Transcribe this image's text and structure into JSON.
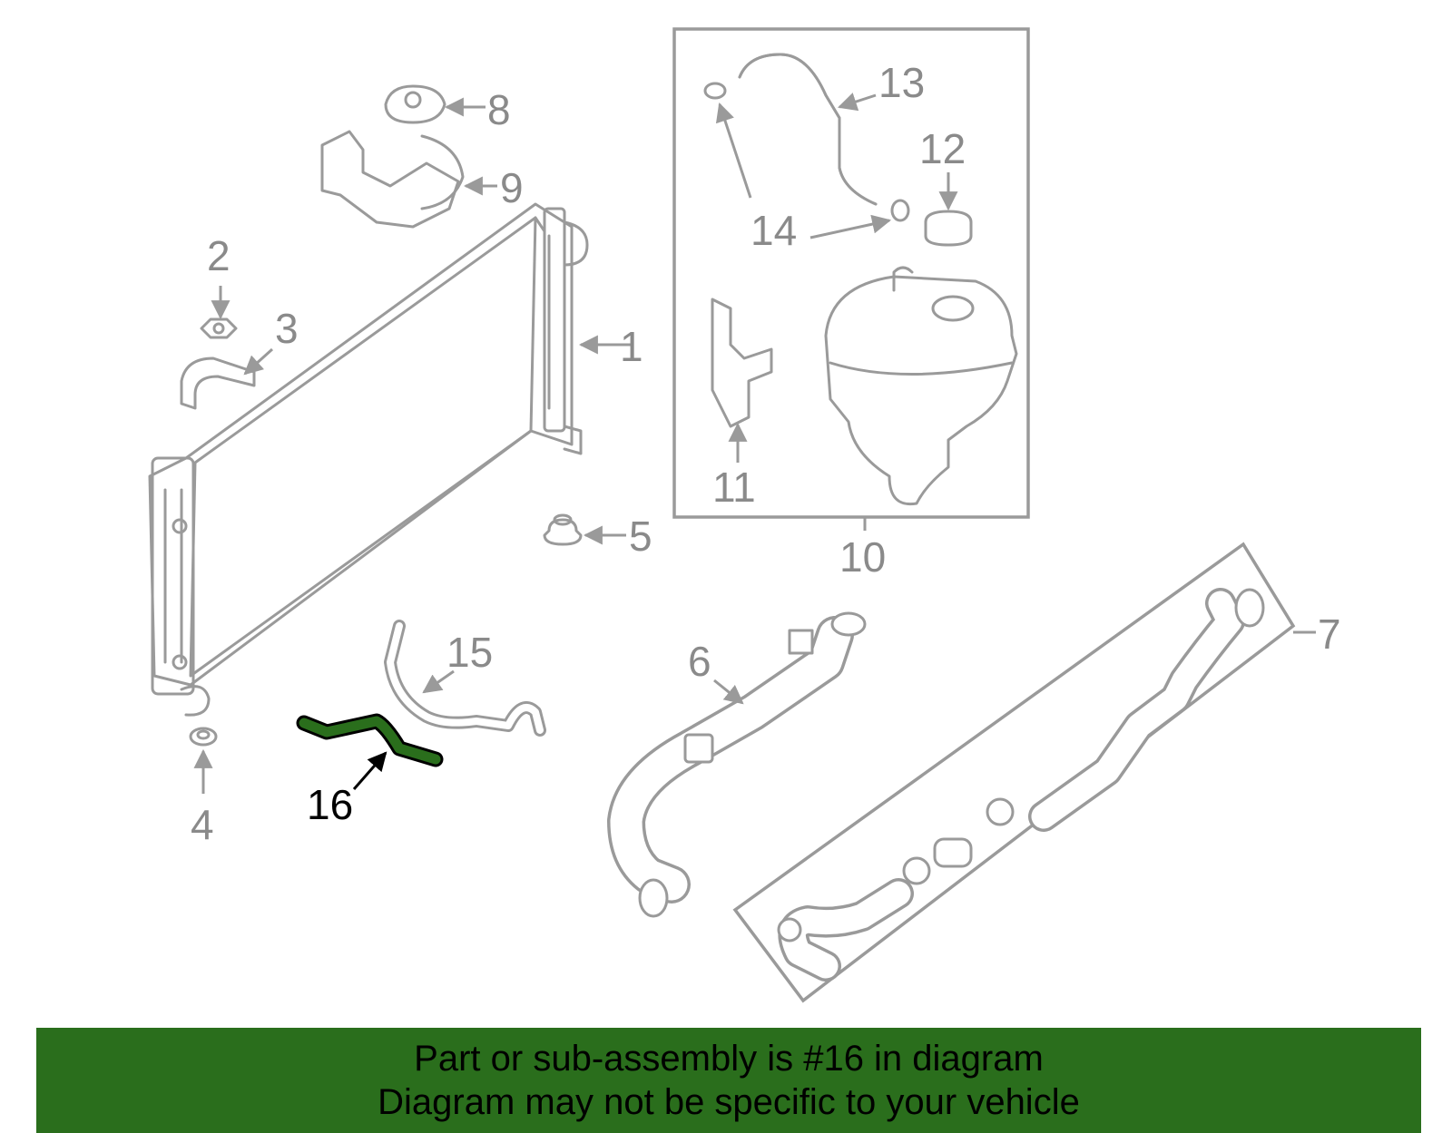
{
  "callouts": [
    "1",
    "2",
    "3",
    "4",
    "5",
    "6",
    "7",
    "8",
    "9",
    "10",
    "11",
    "12",
    "13",
    "14",
    "14",
    "15",
    "16"
  ],
  "highlighted_part": "16",
  "highlight_color": "#2a6e1c",
  "banner": {
    "line1": "Part or sub-assembly is #16 in diagram",
    "line2": "Diagram may not be specific to your vehicle",
    "background": "#2a6e1c"
  }
}
